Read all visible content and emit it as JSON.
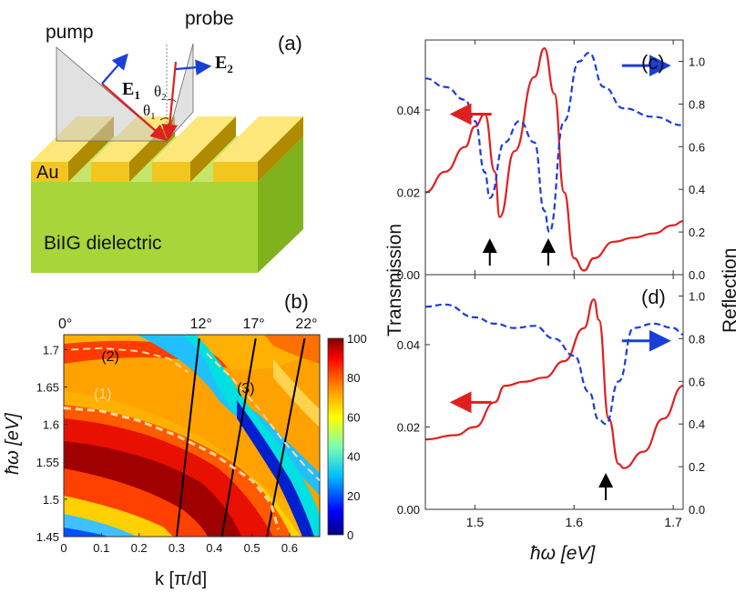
{
  "schematic": {
    "panel_label": "(a)",
    "pump_label": "pump",
    "probe_label": "probe",
    "e1_label": "E",
    "e1_sub": "1",
    "e2_label": "E",
    "e2_sub": "2",
    "theta1_label": "θ",
    "theta1_sub": "1",
    "theta2_label": "θ",
    "theta2_sub": "2",
    "metal_label": "Au",
    "substrate_label": "BiIG dielectric",
    "colors": {
      "gold": "#f2c61e",
      "gold_top": "#fde77a",
      "green": "#a8d63a",
      "green_side": "#7fb21c",
      "arrow_red": "#e02020",
      "arrow_blue": "#1a3fd6"
    }
  },
  "chart_data": [
    {
      "id": "b",
      "type": "heatmap",
      "panel_label": "(b)",
      "xlabel": "k [π/d]",
      "ylabel": "ħω [eV]",
      "xlim": [
        0,
        0.68
      ],
      "ylim": [
        1.45,
        1.72
      ],
      "xticks": [
        "0",
        "0.1",
        "0.2",
        "0.3",
        "0.4",
        "0.5",
        "0.6"
      ],
      "yticks": [
        "1.45",
        "1.5",
        "1.55",
        "1.6",
        "1.65",
        "1.7"
      ],
      "colorbar": {
        "min": 0,
        "max": 100,
        "ticks": [
          "0",
          "20",
          "40",
          "60",
          "80",
          "100"
        ]
      },
      "angle_labels": [
        {
          "label": "0°",
          "k": 0.0
        },
        {
          "label": "12°",
          "k": 0.35
        },
        {
          "label": "17°",
          "k": 0.49
        },
        {
          "label": "22°",
          "k": 0.63
        }
      ],
      "angle_lines": [
        {
          "name": "12°",
          "points": [
            [
              0.3,
              1.45
            ],
            [
              0.36,
              1.715
            ]
          ]
        },
        {
          "name": "17°",
          "points": [
            [
              0.42,
              1.45
            ],
            [
              0.51,
              1.715
            ]
          ]
        },
        {
          "name": "22°",
          "points": [
            [
              0.54,
              1.45
            ],
            [
              0.64,
              1.715
            ]
          ]
        }
      ],
      "modes": [
        {
          "name": "(1)",
          "label_at": [
            0.08,
            1.635
          ],
          "points": [
            [
              0.0,
              1.622
            ],
            [
              0.1,
              1.618
            ],
            [
              0.2,
              1.605
            ],
            [
              0.3,
              1.585
            ],
            [
              0.4,
              1.56
            ],
            [
              0.5,
              1.525
            ],
            [
              0.55,
              1.495
            ],
            [
              0.57,
              1.46
            ]
          ]
        },
        {
          "name": "(2)",
          "label_at": [
            0.1,
            1.685
          ],
          "points": [
            [
              0.02,
              1.7
            ],
            [
              0.1,
              1.702
            ],
            [
              0.2,
              1.698
            ],
            [
              0.28,
              1.688
            ],
            [
              0.33,
              1.67
            ]
          ]
        },
        {
          "name": "(3)",
          "label_at": [
            0.46,
            1.642
          ],
          "points": [
            [
              0.38,
              1.695
            ],
            [
              0.45,
              1.66
            ],
            [
              0.52,
              1.62
            ],
            [
              0.58,
              1.58
            ],
            [
              0.64,
              1.545
            ],
            [
              0.68,
              1.525
            ]
          ]
        }
      ]
    },
    {
      "id": "c",
      "type": "line",
      "panel_label": "(c)",
      "ylabel_left": "Transmission",
      "ylabel_right": "Reflection",
      "xlim": [
        1.45,
        1.71
      ],
      "ylim_left": [
        0,
        0.057
      ],
      "ylim_right": [
        0,
        1.1
      ],
      "yticks_left": [
        "0.00",
        "0.02",
        "0.04"
      ],
      "yticks_right": [
        "0.0",
        "0.2",
        "0.4",
        "0.6",
        "0.8",
        "1.0"
      ],
      "series": [
        {
          "axis": "left",
          "color": "#e02020",
          "style": "solid",
          "x": [
            1.45,
            1.47,
            1.49,
            1.5,
            1.51,
            1.52,
            1.525,
            1.54,
            1.56,
            1.57,
            1.58,
            1.59,
            1.6,
            1.61,
            1.62,
            1.64,
            1.66,
            1.68,
            1.7,
            1.71
          ],
          "y": [
            0.02,
            0.025,
            0.031,
            0.036,
            0.039,
            0.025,
            0.014,
            0.03,
            0.048,
            0.055,
            0.044,
            0.02,
            0.004,
            0.001,
            0.004,
            0.008,
            0.009,
            0.01,
            0.012,
            0.013
          ]
        },
        {
          "axis": "right",
          "color": "#1a3fd6",
          "style": "dashed",
          "x": [
            1.45,
            1.47,
            1.49,
            1.5,
            1.51,
            1.515,
            1.53,
            1.545,
            1.56,
            1.57,
            1.575,
            1.59,
            1.605,
            1.615,
            1.63,
            1.65,
            1.68,
            1.71
          ],
          "y": [
            0.92,
            0.88,
            0.82,
            0.72,
            0.48,
            0.36,
            0.62,
            0.72,
            0.62,
            0.3,
            0.2,
            0.72,
            1.0,
            1.04,
            0.88,
            0.78,
            0.74,
            0.7
          ]
        }
      ],
      "markers": [
        {
          "type": "arrow-up",
          "x": 1.515
        },
        {
          "type": "arrow-up",
          "x": 1.574
        },
        {
          "type": "arrow-left",
          "color": "#e02020",
          "x": 1.48,
          "axis": "left",
          "y": 0.039
        },
        {
          "type": "arrow-right",
          "color": "#1a3fd6",
          "x": 1.685,
          "axis": "right",
          "y": 0.98
        }
      ]
    },
    {
      "id": "d",
      "type": "line",
      "panel_label": "(d)",
      "xlabel": "ħω [eV]",
      "xlim": [
        1.45,
        1.71
      ],
      "xticks": [
        "1.5",
        "1.6",
        "1.7"
      ],
      "ylim_left": [
        0,
        0.057
      ],
      "ylim_right": [
        0,
        1.1
      ],
      "yticks_left": [
        "0.00",
        "0.02",
        "0.04"
      ],
      "yticks_right": [
        "0.0",
        "0.2",
        "0.4",
        "0.6",
        "0.8",
        "1.0"
      ],
      "series": [
        {
          "axis": "left",
          "color": "#e02020",
          "style": "solid",
          "x": [
            1.45,
            1.48,
            1.5,
            1.52,
            1.53,
            1.55,
            1.57,
            1.59,
            1.61,
            1.62,
            1.625,
            1.635,
            1.645,
            1.65,
            1.67,
            1.69,
            1.71
          ],
          "y": [
            0.017,
            0.018,
            0.02,
            0.026,
            0.03,
            0.031,
            0.032,
            0.036,
            0.044,
            0.051,
            0.046,
            0.022,
            0.011,
            0.01,
            0.014,
            0.022,
            0.03
          ]
        },
        {
          "axis": "right",
          "color": "#1a3fd6",
          "style": "dashed",
          "x": [
            1.45,
            1.47,
            1.5,
            1.52,
            1.54,
            1.56,
            1.58,
            1.6,
            1.615,
            1.625,
            1.632,
            1.645,
            1.66,
            1.68,
            1.7,
            1.71
          ],
          "y": [
            0.95,
            0.96,
            0.9,
            0.87,
            0.85,
            0.86,
            0.8,
            0.72,
            0.55,
            0.42,
            0.4,
            0.6,
            0.85,
            0.87,
            0.85,
            0.82
          ]
        }
      ],
      "markers": [
        {
          "type": "arrow-up",
          "x": 1.632
        },
        {
          "type": "arrow-left",
          "color": "#e02020",
          "x": 1.48,
          "axis": "left",
          "y": 0.026
        },
        {
          "type": "arrow-right",
          "color": "#1a3fd6",
          "x": 1.685,
          "axis": "right",
          "y": 0.79
        }
      ]
    }
  ]
}
